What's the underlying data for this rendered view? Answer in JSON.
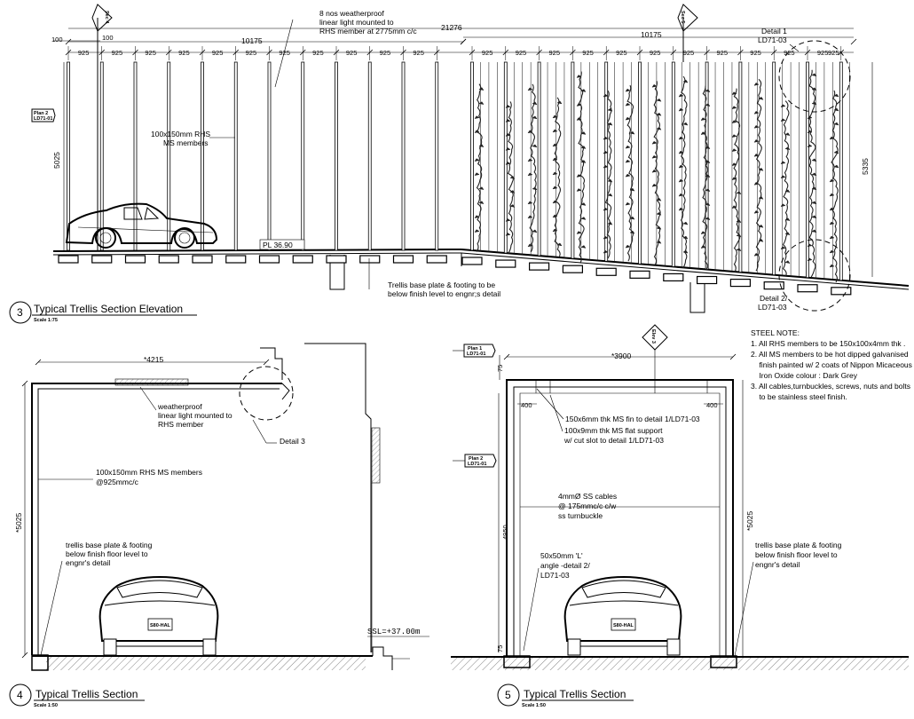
{
  "dims": {
    "d100a": "100",
    "d100b": "100",
    "d925": "925",
    "d10175": "10175",
    "d21276": "21276",
    "d5025": "5025",
    "d5335": "5335",
    "d4215": "*4215",
    "d5025b": "*5025",
    "d3900": "*3900",
    "d75a": "75",
    "d400a": "400",
    "d400b": "400",
    "d4950": "4950",
    "d5025c": "*5025",
    "d75b": "75"
  },
  "elevation": {
    "light_note": [
      "8 nos weatherproof",
      "linear light mounted to",
      "RHS member at 2775mm c/c"
    ],
    "rhs_note": [
      "100x150mm RHS",
      "MS members"
    ],
    "footing_note": [
      "Trellis base plate & footing to be",
      "below finish level to engnr;s detail"
    ],
    "level": "PL 36.90",
    "detail1": [
      "Detail 1",
      "LD71-03"
    ],
    "detail2": [
      "Detail 2/",
      "LD71-03"
    ],
    "title_no": "3",
    "title": "Typical Trellis Section Elevation",
    "scale": "Scale 1:75"
  },
  "markers": {
    "sec4": "Sec 4",
    "sec5": "Sec 5",
    "plan2_top": "Plan 2",
    "plan2_top_ref": "LD71-01",
    "plan1": "Plan 1",
    "plan1_ref": "LD71-01",
    "plan2": "Plan 2",
    "plan2_ref": "LD71-01",
    "elev": "Elev 3"
  },
  "section4": {
    "light_note": [
      "weatherproof",
      "linear light mounted to",
      "RHS member"
    ],
    "detail": "Detail 3",
    "members_note": [
      "100x150mm RHS MS members",
      "@925mmc/c"
    ],
    "footing_note": [
      "trellis base plate & footing",
      "below finish floor level to",
      "engnr's detail"
    ],
    "ssl": "SSL=+37.00m",
    "plate": "S80-HAL",
    "title_no": "4",
    "title": "Typical Trellis Section",
    "scale": "Scale 1:50"
  },
  "section5": {
    "fin_note": "150x6mm thk MS fin to detail 1/LD71-03",
    "flat_note": [
      "100x9mm thk MS flat support",
      "w/ cut slot  to detail 1/LD71-03"
    ],
    "cable_note": [
      "4mmØ SS cables",
      "@ 175mmc/c c/w",
      "ss turnbuckle"
    ],
    "angle_note": [
      "50x50mm 'L'",
      "angle -detail 2/",
      "LD71-03"
    ],
    "footing_note": [
      "trellis base plate & footing",
      "below finish floor level to",
      "engnr's detail"
    ],
    "plate": "S80-HAL",
    "title_no": "5",
    "title": "Typical Trellis Section",
    "scale": "Scale 1:50"
  },
  "steel_note": {
    "heading": "STEEL NOTE:",
    "lines": [
      "1. All RHS members to be 150x100x4mm thk .",
      "2. All MS members to be hot dipped galvanised",
      "    finish painted w/ 2 coats of Nippon Micaceous",
      "    Iron Oxide colour : Dark Grey",
      "3. All cables,turnbuckles, screws, nuts and bolts",
      "    to be stainless steel finish."
    ]
  }
}
